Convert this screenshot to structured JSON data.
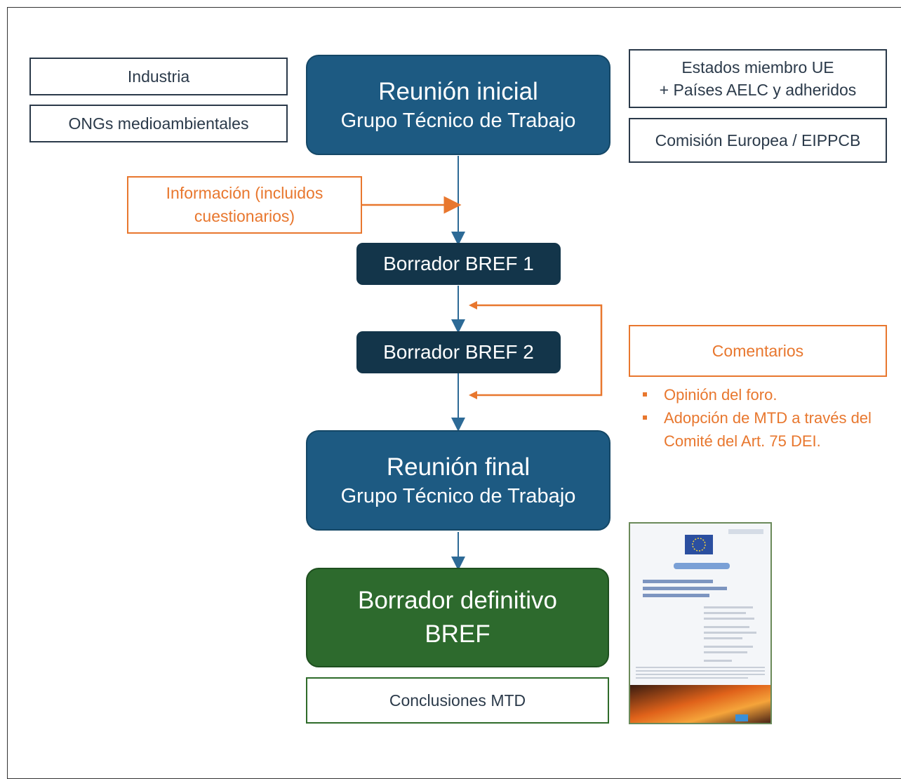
{
  "stakeholders_left": [
    "Industria",
    "ONGs medioambientales"
  ],
  "stakeholders_right": [
    "Estados miembro UE",
    "+ Países AELC y adheridos",
    "Comisión Europea / EIPPCB"
  ],
  "meeting_initial": {
    "title": "Reunión inicial",
    "subtitle": "Grupo Técnico de Trabajo"
  },
  "information": {
    "line1": "Información (incluidos",
    "line2": "cuestionarios)"
  },
  "draft1": "Borrador BREF 1",
  "draft2": "Borrador BREF 2",
  "comments": {
    "title": "Comentarios",
    "bullets": [
      "Opinión del foro.",
      "Adopción de MTD a través del Comité del Art. 75 DEI."
    ]
  },
  "meeting_final": {
    "title": "Reunión final",
    "subtitle": "Grupo Técnico de Trabajo"
  },
  "final_draft": {
    "line1": "Borrador definitivo",
    "line2": "BREF"
  },
  "conclusions": "Conclusiones MTD",
  "colors": {
    "blue": "#1d5a82",
    "navy": "#13354a",
    "green": "#2d6a2d",
    "orange": "#e8772e",
    "line": "#2d6a96"
  }
}
